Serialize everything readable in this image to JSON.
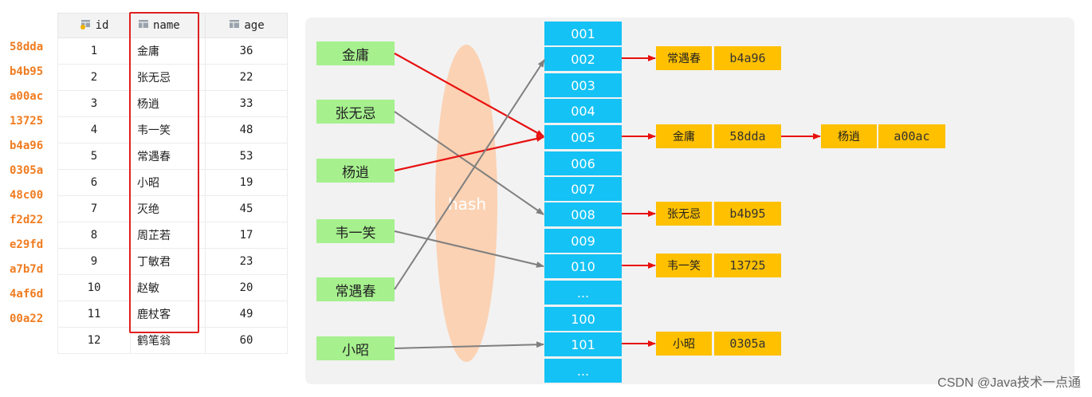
{
  "table": {
    "headers": {
      "id": "id",
      "name": "name",
      "age": "age"
    },
    "rows": [
      {
        "hash": "58dda",
        "id": "1",
        "name": "金庸",
        "age": "36"
      },
      {
        "hash": "b4b95",
        "id": "2",
        "name": "张无忌",
        "age": "22"
      },
      {
        "hash": "a00ac",
        "id": "3",
        "name": "杨逍",
        "age": "33"
      },
      {
        "hash": "13725",
        "id": "4",
        "name": "韦一笑",
        "age": "48"
      },
      {
        "hash": "b4a96",
        "id": "5",
        "name": "常遇春",
        "age": "53"
      },
      {
        "hash": "0305a",
        "id": "6",
        "name": "小昭",
        "age": "19"
      },
      {
        "hash": "48c00",
        "id": "7",
        "name": "灭绝",
        "age": "45"
      },
      {
        "hash": "f2d22",
        "id": "8",
        "name": "周芷若",
        "age": "17"
      },
      {
        "hash": "e29fd",
        "id": "9",
        "name": "丁敏君",
        "age": "23"
      },
      {
        "hash": "a7b7d",
        "id": "10",
        "name": "赵敏",
        "age": "20"
      },
      {
        "hash": "4af6d",
        "id": "11",
        "name": "鹿杖客",
        "age": "49"
      },
      {
        "hash": "00a22",
        "id": "12",
        "name": "鹤笔翁",
        "age": "60"
      }
    ]
  },
  "diagram": {
    "hash_label": "hash",
    "names": [
      "金庸",
      "张无忌",
      "杨逍",
      "韦一笑",
      "常遇春",
      "小昭"
    ],
    "buckets": [
      "001",
      "002",
      "003",
      "004",
      "005",
      "006",
      "007",
      "008",
      "009",
      "010",
      "...",
      "100",
      "101",
      "..."
    ],
    "nodes": [
      {
        "name": "常遇春",
        "hash": "b4a96"
      },
      {
        "name": "金庸",
        "hash": "58dda"
      },
      {
        "name": "杨逍",
        "hash": "a00ac"
      },
      {
        "name": "张无忌",
        "hash": "b4b95"
      },
      {
        "name": "韦一笑",
        "hash": "13725"
      },
      {
        "name": "小昭",
        "hash": "0305a"
      }
    ]
  },
  "watermark": "CSDN @Java技术一点通",
  "colors": {
    "highlight": "#e02020",
    "name_box": "#a6f08e",
    "bucket": "#14c2f5",
    "node": "#ffc000",
    "hash_text": "#f07c20"
  }
}
